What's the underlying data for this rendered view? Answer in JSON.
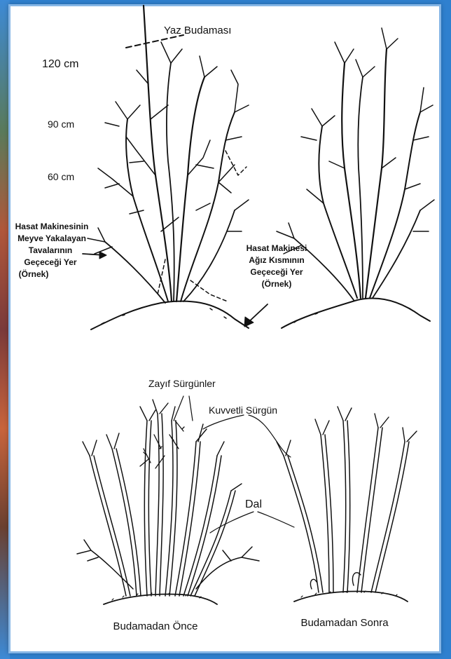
{
  "top": {
    "summer_pruning_label": "Yaz Budaması",
    "height_120": "120 cm",
    "height_90": "90 cm",
    "height_60": "60 cm",
    "left_note": [
      "Hasat Makinesinin",
      "Meyve Yakalayan",
      "Tavalarının",
      "Geçeceği Yer",
      "(Örnek)"
    ],
    "right_note": [
      "Hasat Makinesi",
      "Ağız Kısmının",
      "Geçeceği Yer",
      "(Örnek)"
    ]
  },
  "bottom": {
    "weak_shoots": "Zayıf Sürgünler",
    "strong_shoot": "Kuvvetli Sürgün",
    "branch": "Dal",
    "before_caption": "Budamadan Önce",
    "after_caption": "Budamadan Sonra"
  },
  "colors": {
    "frame": "#2f80cf",
    "panel_border": "#86b6e6",
    "ink": "#111111"
  }
}
